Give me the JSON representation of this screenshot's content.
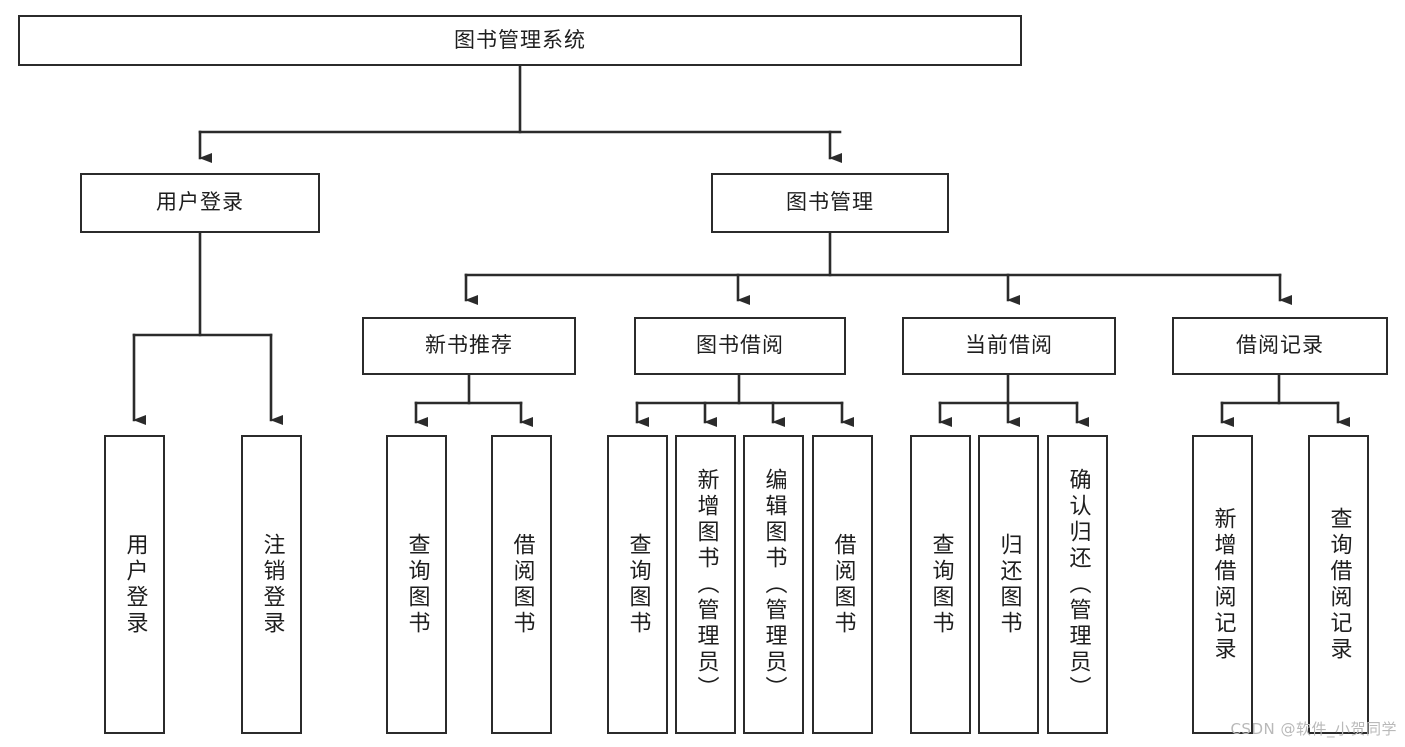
{
  "diagram": {
    "type": "tree",
    "title": "图书管理系统",
    "orientation": "top-down",
    "colors": {
      "background": "#ffffff",
      "stroke": "#2b2b2b",
      "node_fill": "#ffffff",
      "text": "#1e1e1e",
      "watermark": "#b9b9b9"
    },
    "root": {
      "label": "图书管理系统"
    },
    "level2": [
      {
        "label": "用户登录"
      },
      {
        "label": "图书管理"
      }
    ],
    "level3": [
      {
        "label": "新书推荐"
      },
      {
        "label": "图书借阅"
      },
      {
        "label": "当前借阅"
      },
      {
        "label": "借阅记录"
      }
    ],
    "leaves": {
      "user_login": [
        {
          "label": "用户登录"
        },
        {
          "label": "注销登录"
        }
      ],
      "new_book_recommend": [
        {
          "label": "查询图书"
        },
        {
          "label": "借阅图书"
        }
      ],
      "book_borrow": [
        {
          "label": "查询图书"
        },
        {
          "label": "新增图书（管理员）"
        },
        {
          "label": "编辑图书（管理员）"
        },
        {
          "label": "借阅图书"
        }
      ],
      "current_borrow": [
        {
          "label": "查询图书"
        },
        {
          "label": "归还图书"
        },
        {
          "label": "确认归还（管理员）"
        }
      ],
      "borrow_record": [
        {
          "label": "新增借阅记录"
        },
        {
          "label": "查询借阅记录"
        }
      ]
    }
  },
  "watermark": {
    "text": "CSDN @软件_小贺同学"
  }
}
